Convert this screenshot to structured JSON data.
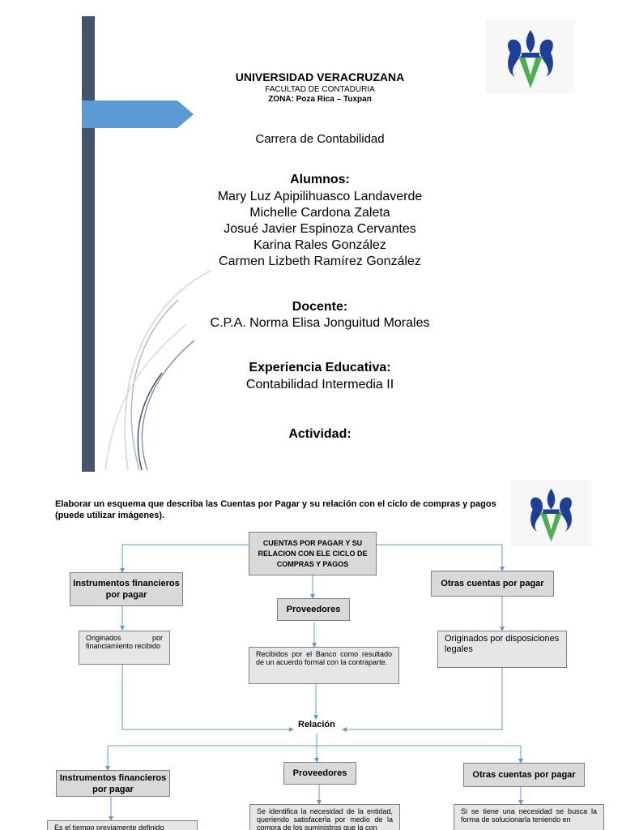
{
  "cover": {
    "university": "UNIVERSIDAD VERACRUZANA",
    "faculty": "FACULTAD DE CONTADURIA",
    "zone": "ZONA: Poza Rica – Tuxpan",
    "career": "Carrera de Contabilidad",
    "students_heading": "Alumnos:",
    "students": [
      "Mary Luz Apipilihuasco Landaverde",
      "Michelle Cardona Zaleta",
      "Josué Javier Espinoza Cervantes",
      "Karina Rales González",
      "Carmen Lizbeth Ramírez González"
    ],
    "teacher_heading": "Docente:",
    "teacher": "C.P.A. Norma Elisa Jonguitud Morales",
    "experience_heading": "Experiencia Educativa:",
    "experience": "Contabilidad Intermedia II",
    "activity_heading": "Actividad:"
  },
  "colors": {
    "sidebar": "#44546a",
    "arrow": "#5b9bd5",
    "logo_blue": "#1f3f96",
    "logo_green": "#4caf50",
    "connector": "#5b9bd5"
  },
  "icons": [
    "university-logo-icon"
  ],
  "scheme": {
    "instruction": "Elaborar un esquema que describa las Cuentas por Pagar y su relación con el ciclo de compras y pagos (puede utilizar imágenes).",
    "root": "CUENTAS POR PAGAR Y SU RELACION CON ELE CICLO DE COMPRAS Y PAGOS",
    "left_title": "Instrumentos financieros por pagar",
    "left_text": "Originados por financiamiento recibido",
    "middle_title": "Proveedores",
    "middle_text": "Recibidos por el Banco como resultado de un acuerdo formal con la contraparte.",
    "right_title": "Otras cuentas por pagar",
    "right_text": "Originados por disposiciones legales",
    "relation": "Relación",
    "lower_left_title": "Instrumentos financieros por pagar",
    "lower_left_text": "Es el tiempo previamente definido",
    "lower_middle_title": "Proveedores",
    "lower_middle_text": "Se identifica la necesidad de la entidad, queriendo satisfacerla por medio de la compra de los suministros que la con",
    "lower_right_title": "Otras cuentas por pagar",
    "lower_right_text": "Si se tiene una necesidad se busca la forma de solucionarla teniendo en"
  }
}
